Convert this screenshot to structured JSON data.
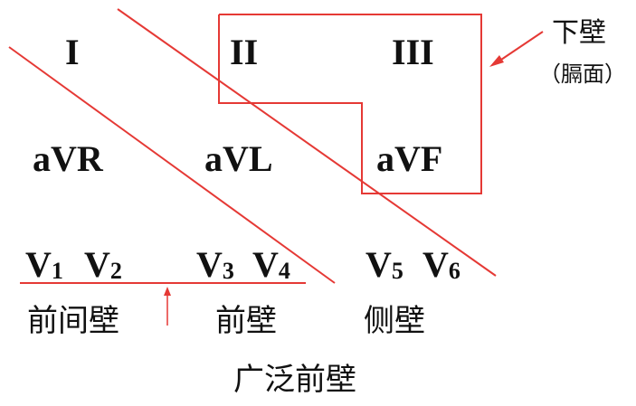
{
  "colors": {
    "line": "#e53935",
    "text": "#111111",
    "background": "#ffffff"
  },
  "leads": {
    "I": "I",
    "II": "II",
    "III": "III",
    "aVR": "aVR",
    "aVL": "aVL",
    "aVF": "aVF",
    "v1": {
      "letter": "V",
      "num": "1"
    },
    "v2": {
      "letter": "V",
      "num": "2"
    },
    "v3": {
      "letter": "V",
      "num": "3"
    },
    "v4": {
      "letter": "V",
      "num": "4"
    },
    "v5": {
      "letter": "V",
      "num": "5"
    },
    "v6": {
      "letter": "V",
      "num": "6"
    }
  },
  "regions": {
    "inferior": "下壁",
    "inferior_sub": "（膈面）",
    "anteroseptal": "前间壁",
    "anterior": "前壁",
    "lateral": "侧壁",
    "extensive_anterior": "广泛前壁"
  }
}
